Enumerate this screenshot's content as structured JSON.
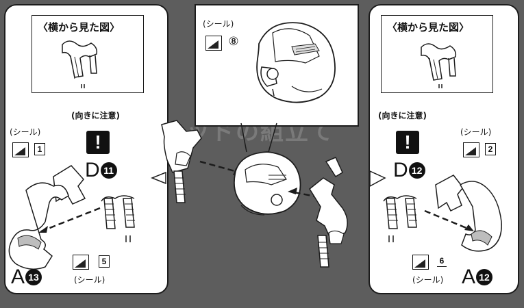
{
  "background_ghost_text": "ヘッドの組立て",
  "left_panel": {
    "side_view_label": "〈横から見た図〉",
    "orientation_note": "(向きに注意)",
    "warning_icon": "exclamation-icon",
    "sticker_label_top": "(シール)",
    "sticker_number_top": "1",
    "sticker_label_bottom": "(シール)",
    "sticker_number_bottom": "5",
    "part_d": {
      "letter": "D",
      "number": "11"
    },
    "part_a": {
      "letter": "A",
      "number": "13"
    }
  },
  "top_panel": {
    "sticker_label": "(シール)",
    "sticker_number": "⑧"
  },
  "right_panel": {
    "side_view_label": "〈横から見た図〉",
    "orientation_note": "(向きに注意)",
    "warning_icon": "exclamation-icon",
    "sticker_label_top": "(シール)",
    "sticker_number_top": "2",
    "sticker_label_bottom": "(シール)",
    "sticker_number_bottom": "6",
    "part_d": {
      "letter": "D",
      "number": "12"
    },
    "part_a": {
      "letter": "A",
      "number": "12"
    }
  },
  "colors": {
    "line": "#1c1c1c",
    "panel_bg": "#ffffff",
    "backdrop": "#5d5d5d"
  }
}
